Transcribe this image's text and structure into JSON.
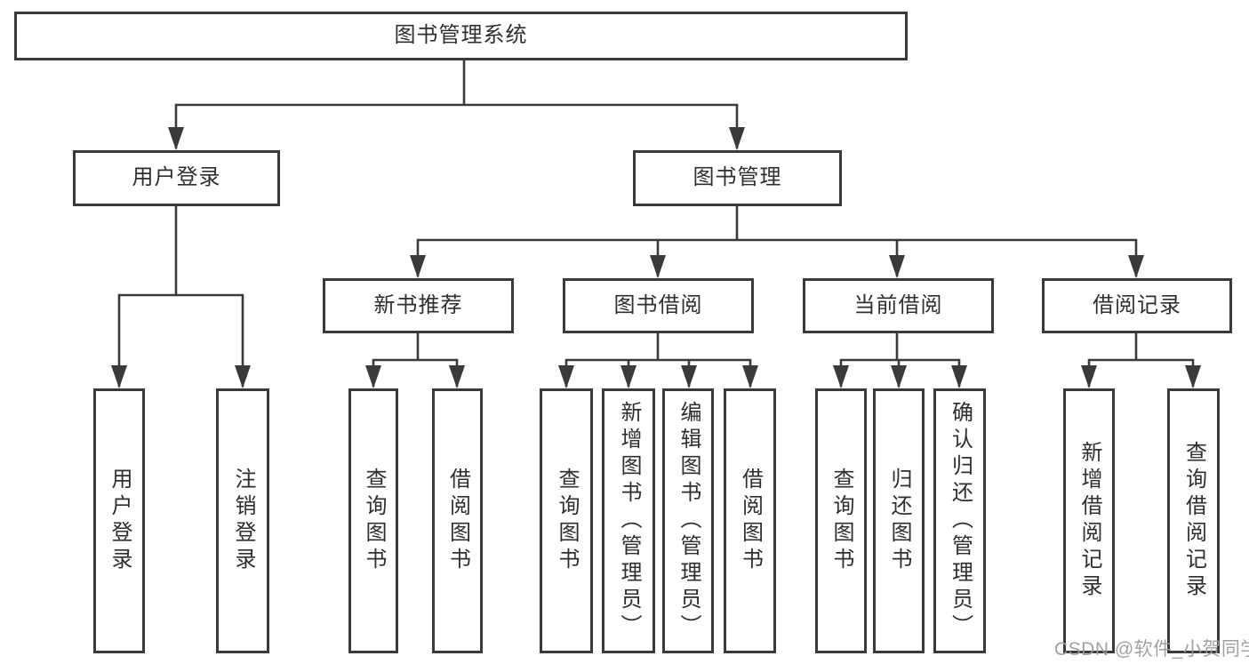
{
  "diagram_title": "图书管理系统",
  "colors": {
    "line": "#3a3a3a",
    "text": "#2f2f2f",
    "watermark": "#9b9b9b",
    "background": "#ffffff"
  },
  "nodes": {
    "root": {
      "label": "图书管理系统"
    },
    "login_group": {
      "label": "用户登录"
    },
    "book_mgmt": {
      "label": "图书管理"
    },
    "user_login": {
      "label": "用户登录"
    },
    "user_logout": {
      "label": "注销登录"
    },
    "new_book_rec": {
      "label": "新书推荐"
    },
    "book_borrow": {
      "label": "图书借阅"
    },
    "current_borrow": {
      "label": "当前借阅"
    },
    "borrow_records": {
      "label": "借阅记录"
    },
    "nbr_query_books": {
      "label": "查询图书"
    },
    "nbr_borrow_books": {
      "label": "借阅图书"
    },
    "bb_query_books": {
      "label": "查询图书"
    },
    "bb_add_books": {
      "label": "新增图书（管理员）"
    },
    "bb_edit_books": {
      "label": "编辑图书（管理员）"
    },
    "bb_borrow_books": {
      "label": "借阅图书"
    },
    "cb_query_books": {
      "label": "查询图书"
    },
    "cb_return_books": {
      "label": "归还图书"
    },
    "cb_confirm_return": {
      "label": "确认归还（管理员）"
    },
    "br_add_record": {
      "label": "新增借阅记录"
    },
    "br_query_record": {
      "label": "查询借阅记录"
    }
  },
  "watermark": {
    "text": "CSDN @软件_小贺同学"
  }
}
